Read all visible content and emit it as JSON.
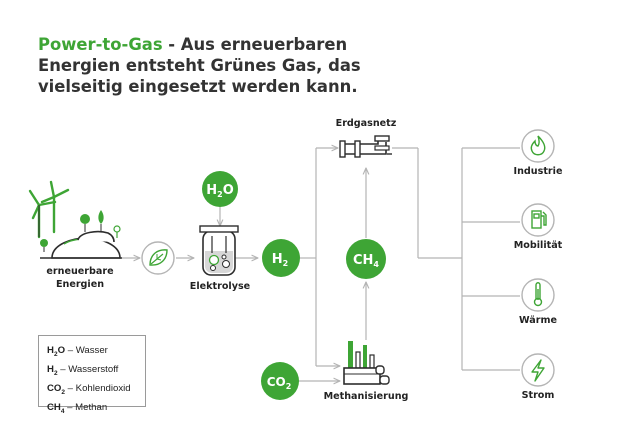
{
  "title": {
    "highlight": "Power-to-Gas",
    "rest": " - Aus erneuerbaren Energien entsteht Grünes Gas, das vielseitig eingesetzt werden kann."
  },
  "nodes": {
    "sources_line1": "erneuerbare",
    "sources_line2": "Energien",
    "electrolysis": "Elektrolyse",
    "gas_grid": "Erdgasnetz",
    "methanation": "Methanisierung"
  },
  "molecules": {
    "water": {
      "base": "H",
      "sub": "2",
      "tail": "O"
    },
    "hydrogen": {
      "base": "H",
      "sub": "2",
      "tail": ""
    },
    "methane": {
      "base": "CH",
      "sub": "4",
      "tail": ""
    },
    "co2": {
      "base": "CO",
      "sub": "2",
      "tail": ""
    }
  },
  "uses": [
    "Industrie",
    "Mobilität",
    "Wärme",
    "Strom"
  ],
  "legend": [
    {
      "base": "H",
      "sub": "2",
      "tail": "O",
      "text": " – Wasser"
    },
    {
      "base": "H",
      "sub": "2",
      "tail": "",
      "text": " – Wasserstoff"
    },
    {
      "base": "CO",
      "sub": "2",
      "tail": "",
      "text": " – Kohlendioxid"
    },
    {
      "base": "CH",
      "sub": "4",
      "tail": "",
      "text": " – Methan"
    }
  ],
  "colors": {
    "green": "#3ea535",
    "line": "#b4b4b4",
    "dark": "#2d2d2d",
    "text": "#333333"
  }
}
